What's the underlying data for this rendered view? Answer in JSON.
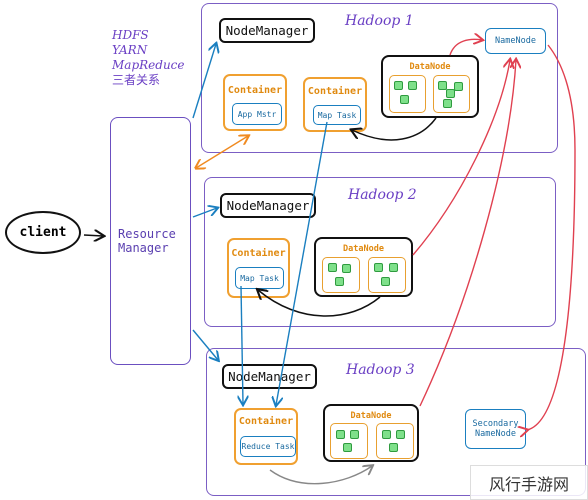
{
  "notes": {
    "line1": "HDFS",
    "line2": "YARN",
    "line3": "MapReduce",
    "line4": "三者关系"
  },
  "client": {
    "label": "client"
  },
  "resource_manager": {
    "line1": "Resource",
    "line2": "Manager"
  },
  "hadoop1": {
    "title": "Hadoop 1",
    "node_manager": "NodeManager",
    "container_a": {
      "label": "Container",
      "task": "App Mstr"
    },
    "container_b": {
      "label": "Container",
      "task": "Map Task"
    },
    "datanode": "DataNode",
    "namenode": "NameNode"
  },
  "hadoop2": {
    "title": "Hadoop 2",
    "node_manager": "NodeManager",
    "container": {
      "label": "Container",
      "task": "Map Task"
    },
    "datanode": "DataNode"
  },
  "hadoop3": {
    "title": "Hadoop 3",
    "node_manager": "NodeManager",
    "container": {
      "label": "Container",
      "task": "Reduce Task"
    },
    "datanode": "DataNode",
    "secondary_namenode": {
      "line1": "Secondary",
      "line2": "NameNode"
    }
  },
  "watermark": "风行手游网",
  "colors": {
    "cluster_border": "#7b5ec4",
    "container": "#f0a030",
    "task": "#1a7fc0",
    "namenode_link": "#e04050",
    "rm_link": "#f08a20",
    "block_fill": "#7ee08a"
  }
}
